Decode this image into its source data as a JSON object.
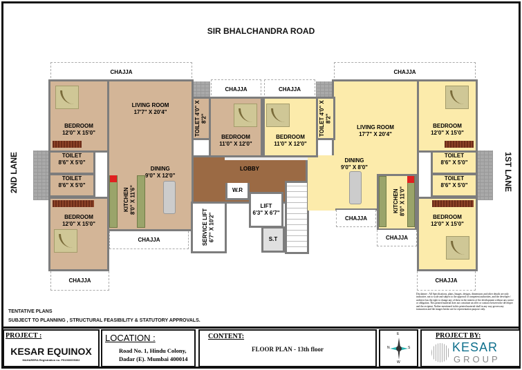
{
  "road_top": "SIR BHALCHANDRA ROAD",
  "lane_left": "2ND LANE",
  "lane_right": "1ST LANE",
  "left_unit": {
    "chajja_top": "CHAJJA",
    "bedroom_top": {
      "name": "BEDROOM",
      "size": "12'0\" X 15'0\""
    },
    "living": {
      "name": "LIVING ROOM",
      "size": "17'7\" X 20'4\""
    },
    "toilet_small": {
      "name": "TOILET",
      "size": "4'0\" X 8'2\""
    },
    "bedroom_mid": {
      "name": "BEDROOM",
      "size": "11'0\" X 12'0\""
    },
    "chajja_mid": "CHAJJA",
    "toilet_1": {
      "name": "TOILET",
      "size": "8'6\" X 5'0\""
    },
    "toilet_2": {
      "name": "TOILET",
      "size": "8'6\" X 5'0\""
    },
    "dining": {
      "name": "DINING",
      "size": "9'0\" X 12'0\""
    },
    "kitchen": {
      "name": "KITCHEN",
      "size": "8'0\" X 11'6\""
    },
    "bedroom_bottom": {
      "name": "BEDROOM",
      "size": "12'0\" X 15'0\""
    },
    "chajja_kitchen": "CHAJJA",
    "chajja_bottom": "CHAJJA"
  },
  "core": {
    "lobby": "LOBBY",
    "wr": "W.R",
    "service_lift": {
      "name": "SERVICE LIFT",
      "size": "6'7\" X 10'2\""
    },
    "lift": {
      "name": "LIFT",
      "size": "6'3\" X 6'7\""
    },
    "st": "S.T"
  },
  "right_unit": {
    "chajja_top": "CHAJJA",
    "chajja_mid": "CHAJJA",
    "bedroom_mid": {
      "name": "BEDROOM",
      "size": "11'0\" X 12'0\""
    },
    "toilet_small": {
      "name": "TOILET",
      "size": "4'0\" X 8'2\""
    },
    "living": {
      "name": "LIVING ROOM",
      "size": "17'7\" X 20'4\""
    },
    "bedroom_top": {
      "name": "BEDROOM",
      "size": "12'0\" X 15'0\""
    },
    "toilet_1": {
      "name": "TOILET",
      "size": "8'6\" X 5'0\""
    },
    "toilet_2": {
      "name": "TOILET",
      "size": "8'6\" X 5'0\""
    },
    "dining": {
      "name": "DINING",
      "size": "9'0\" X 8'0\""
    },
    "kitchen": {
      "name": "KITCHEN",
      "size": "8'0\" X 11'0\""
    },
    "bedroom_bottom": {
      "name": "BEDROOM",
      "size": "12'0\" X 15'0\""
    },
    "chajja_dining": "CHAJJA",
    "chajja_kitchen": "CHAJJA",
    "chajja_bottom": "CHAJJA"
  },
  "notes": {
    "tentative": "TENTATIVE PLANS",
    "subject": "SUBJECT TO PLANNING , STRUCTURAL FEASIBILITY & STATUTORY APPROVALS.",
    "disclaimer": "Disclaimer : All Specifications, plans, Images, designs, dimensions and other details are only indicative, not to scale and subject to the approval of competent authorities, and the developer / architect has the right to change any of these in the interest of the development without any notice or obligation. This printed material does not constitute an offer or contract between the developer and the recipient. Nother mentioned in this printed material shall in any way govern any transaction and the images herein are for representation purpose only."
  },
  "title_block": {
    "project_label": "PROJECT :",
    "project_name": "KESAR EQUINOX",
    "maharera": "MAHARERA Registration no. P51900005302",
    "location_label": "LOCATION :",
    "location_line1": "Road No. 1, Hindu Colony,",
    "location_line2": "Dadar (E). Mumbai 400014",
    "content_label": "CONTENT:",
    "content_value": "FLOOR PLAN - 13th floor",
    "compass": {
      "top": "E",
      "left": "N",
      "right": "S",
      "bottom": "W"
    },
    "project_by_label": "PROJECT BY:",
    "logo_text_1": "KESAR",
    "logo_text_2": "GROUP",
    "brand_color": "#0e6f8c"
  }
}
